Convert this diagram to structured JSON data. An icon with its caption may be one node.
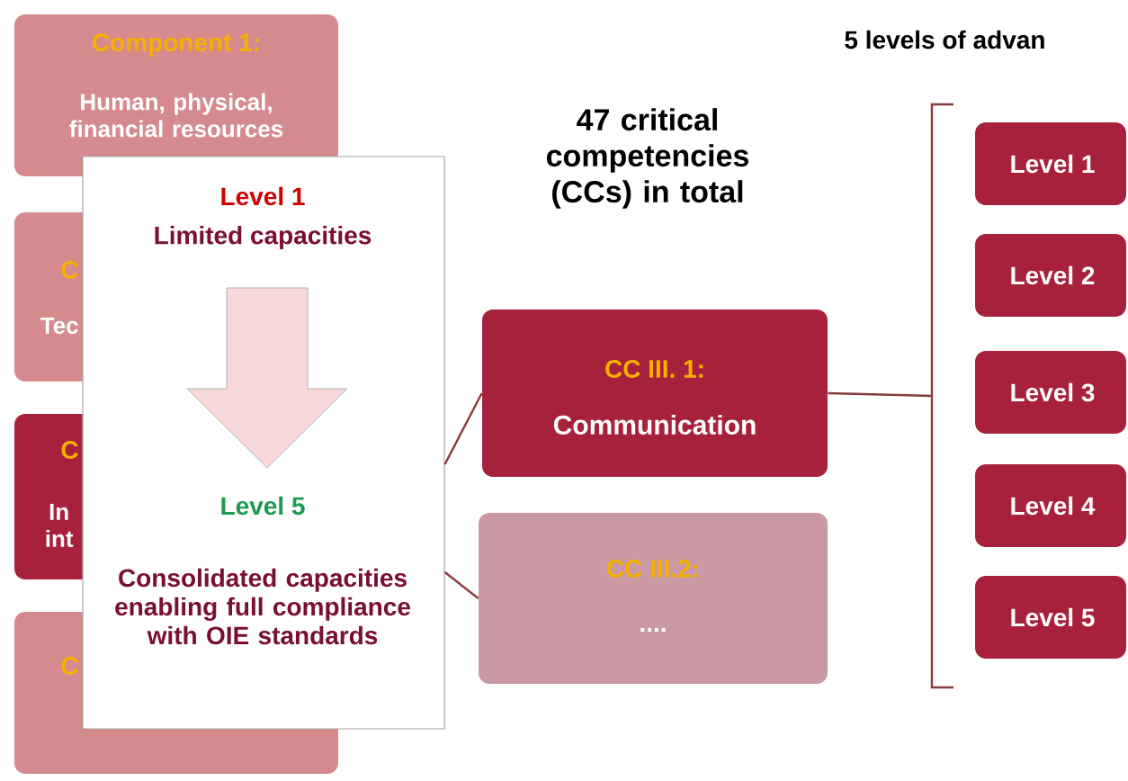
{
  "diagram": {
    "nodes": [
      {
        "text": [
          "Component 1:",
          "Human, physical, financial resources"
        ]
      },
      {
        "text": [
          "C",
          "Tec"
        ]
      },
      {
        "text": [
          "C",
          "In int"
        ]
      },
      {
        "text": [
          "C"
        ]
      },
      {
        "text": [
          "Level 1",
          "Limited capacities",
          "Level 5",
          "Consolidated capacities enabling full compliance with OIE standards"
        ]
      },
      {
        "text": [
          "CC III. 1:",
          "Communication"
        ]
      },
      {
        "text": [
          "CC III.2:",
          "...."
        ]
      },
      {
        "text": [
          "Level 1"
        ]
      },
      {
        "text": [
          "Level 2"
        ]
      },
      {
        "text": [
          "Level 3"
        ]
      },
      {
        "text": [
          "Level 4"
        ]
      },
      {
        "text": [
          "Level 5"
        ]
      },
      {
        "text": [],
        "shape": "bracket"
      }
    ],
    "edges": [
      {
        "from": 4,
        "to": 5,
        "arrow": "none"
      },
      {
        "from": 4,
        "to": 6,
        "arrow": "none"
      },
      {
        "from": 5,
        "to": 12,
        "arrow": "none"
      }
    ],
    "labels": [
      "5 levels of advan",
      "47 critical competencies (CCs) in total"
    ]
  }
}
